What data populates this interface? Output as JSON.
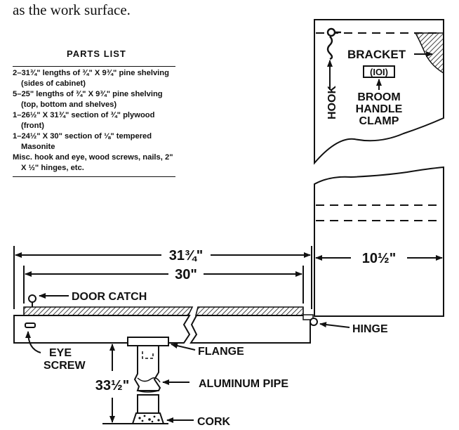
{
  "intro_text": "as the work surface.",
  "parts_list": {
    "title": "PARTS LIST",
    "items": [
      "2–31¾\" lengths of ¾\" X 9¾\" pine shelving (sides of cabinet)",
      "5–25\" lengths of ¾\" X 9¾\" pine shelving (top, bottom and shelves)",
      "1–26½\" X 31¾\" section of ¾\" plywood (front)",
      "1–24½\" X 30\" section of ⅛\" tempered Masonite",
      "Misc. hook and eye, wood screws, nails, 2\" X ½\" hinges, etc."
    ]
  },
  "labels": {
    "hook": "HOOK",
    "bracket": "BRACKET",
    "clamp_symbol": "(IOI)",
    "broom_1": "BROOM",
    "broom_2": "HANDLE",
    "broom_3": "CLAMP",
    "dim_overall": "31¾\"",
    "dim_inner": "30\"",
    "dim_depth": "10½\"",
    "door_catch": "DOOR CATCH",
    "hinge": "HINGE",
    "eye_1": "EYE",
    "eye_2": "SCREW",
    "flange": "FLANGE",
    "dim_height": "33½\"",
    "pipe": "ALUMINUM PIPE",
    "cork": "CORK"
  }
}
